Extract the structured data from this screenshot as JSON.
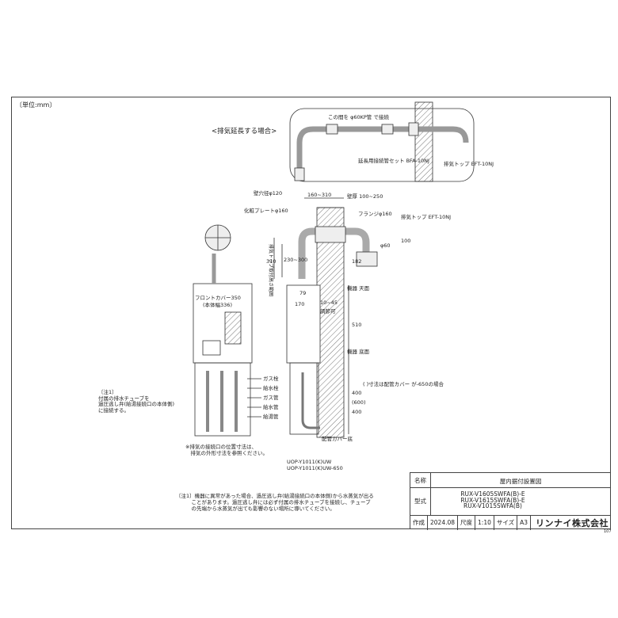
{
  "unit_label": "〔単位:mm〕",
  "extension_label": "<排気延長する場合>",
  "labels": {
    "connect_note": "この間を\nφ60KP管\nで接続",
    "extension_set": "延長用接続管セット\nBFA-10NJ",
    "exhaust_top_a": "排気トップ\nEFT-10NJ",
    "wall_hole": "壁穴径φ120",
    "dim_160_310": "160~310",
    "wall_thickness": "壁厚\n100~250",
    "cosmetic_plate": "化粧プレートφ160",
    "flange": "フランジφ160",
    "exhaust_top_b": "排気トップ\nEFT-10NJ",
    "dim_310": "310",
    "dim_230_300": "230~300",
    "top_height_range": "排気トップ取付高さ範囲",
    "dim_60": "φ60",
    "dim_100": "100",
    "dim_182": "182",
    "dim_79": "79",
    "dim_170": "170",
    "dim_10_45": "10~45",
    "adjustable": "調節可",
    "front_cover": "フロントカバー350",
    "body_width": "(本体幅336)",
    "dim_510": "510",
    "ceiling": "機器\n天面",
    "bottom": "機器\n底面",
    "dim_600": "(600)",
    "dim_400_a": "400",
    "dim_400_b": "400",
    "pipe_cover_note": "( )寸法は配管カバー\nが-650の場合",
    "gas_valve": "ガス栓",
    "water_valve": "給水栓",
    "gas_pipe": "ガス管",
    "water_pipe": "給水管",
    "hot_pipe": "給湯管",
    "pipe_cover_bottom": "配管カバー底",
    "udp_1": "UOP-Y1011(K)UW",
    "udp_2": "UOP-Y1011(K)UW-650"
  },
  "note_left": "〔注1〕\n付属の排水チューブを\n過圧逃し弁(給湯接続口の本体側)\nに接続する。",
  "note_center": "※排気の接続口の位置寸法は、\n　排気の外形寸法を参照ください。",
  "note_bottom": "〔注1〕機器に異常があった場合、過圧逃し弁(給湯接続口の本体側)から水蒸気が出る\n　　　ことがあります。過圧逃し弁には必ず付属の排水チューブを接続し、チューブ\n　　　の先端から水蒸気が出ても影響のない場所に導いてください。",
  "title_block": {
    "name_label": "名称",
    "name_value": "屋内据付設置図",
    "model_label": "型式",
    "models": "RUX-V1605SWFA(B)-E\nRUX-V1615SWFA(B)-E\nRUX-V1015SWFA(B)",
    "made_label": "作成",
    "date": "2024.08",
    "scale_label": "尺度",
    "scale": "1:10",
    "size_label": "サイズ",
    "size": "A3",
    "company": "リンナイ株式会社"
  },
  "code": "107"
}
